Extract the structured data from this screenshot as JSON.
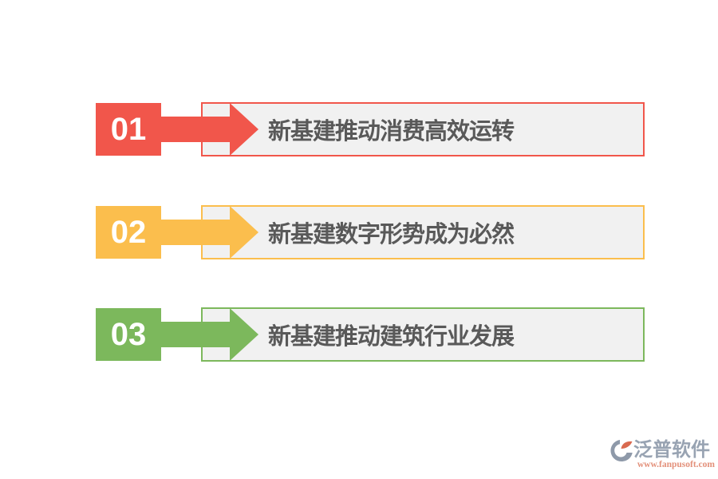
{
  "canvas": {
    "background": "#FFFFFF"
  },
  "steps": [
    {
      "number": "01",
      "title": "新基建推动消费高效运转",
      "color": "#F1564B"
    },
    {
      "number": "02",
      "title": "新基建数字形势成为必然",
      "color": "#FBBE4D"
    },
    {
      "number": "03",
      "title": "新基建推动建筑行业发展",
      "color": "#7CB85C"
    }
  ],
  "style": {
    "box_fill": "#F1F1F1",
    "title_color": "#595959",
    "number_color": "#FFFFFF"
  },
  "logo": {
    "brand_name": "泛普软件",
    "website": "www.fanpusoft.com",
    "brand_color": "#98A3B2",
    "website_color": "#E3907A",
    "icon": "fanpu-pie-icon",
    "icon_blue": "#8E99A9",
    "icon_orange": "#D96A50"
  }
}
